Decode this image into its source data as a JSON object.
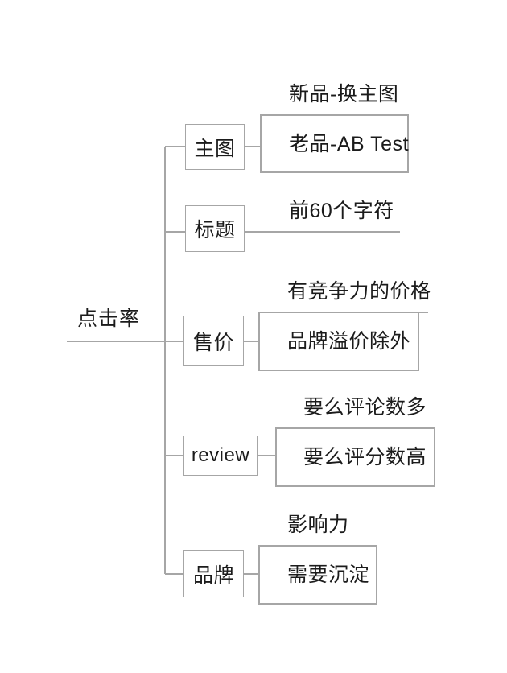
{
  "diagram": {
    "type": "mind-map",
    "orientation": "left-to-right",
    "line_color": "#a6a6a6",
    "text_color": "#1b1b1b",
    "background": "#ffffff",
    "root": {
      "label": "点击率"
    },
    "branches": [
      {
        "label": "主图",
        "children": [
          {
            "label": "新品-换主图",
            "style": "underline"
          },
          {
            "label": "老品-AB Test",
            "style": "box"
          }
        ]
      },
      {
        "label": "标题",
        "children": [
          {
            "label": "前60个字符",
            "style": "underline"
          }
        ]
      },
      {
        "label": "售价",
        "children": [
          {
            "label": "有竞争力的价格",
            "style": "underline"
          },
          {
            "label": "品牌溢价除外",
            "style": "box"
          }
        ]
      },
      {
        "label": "review",
        "children": [
          {
            "label": "要么评论数多",
            "style": "underline"
          },
          {
            "label": "要么评分数高",
            "style": "box"
          }
        ]
      },
      {
        "label": "品牌",
        "children": [
          {
            "label": "影响力",
            "style": "underline"
          },
          {
            "label": "需要沉淀",
            "style": "box"
          }
        ]
      }
    ]
  }
}
